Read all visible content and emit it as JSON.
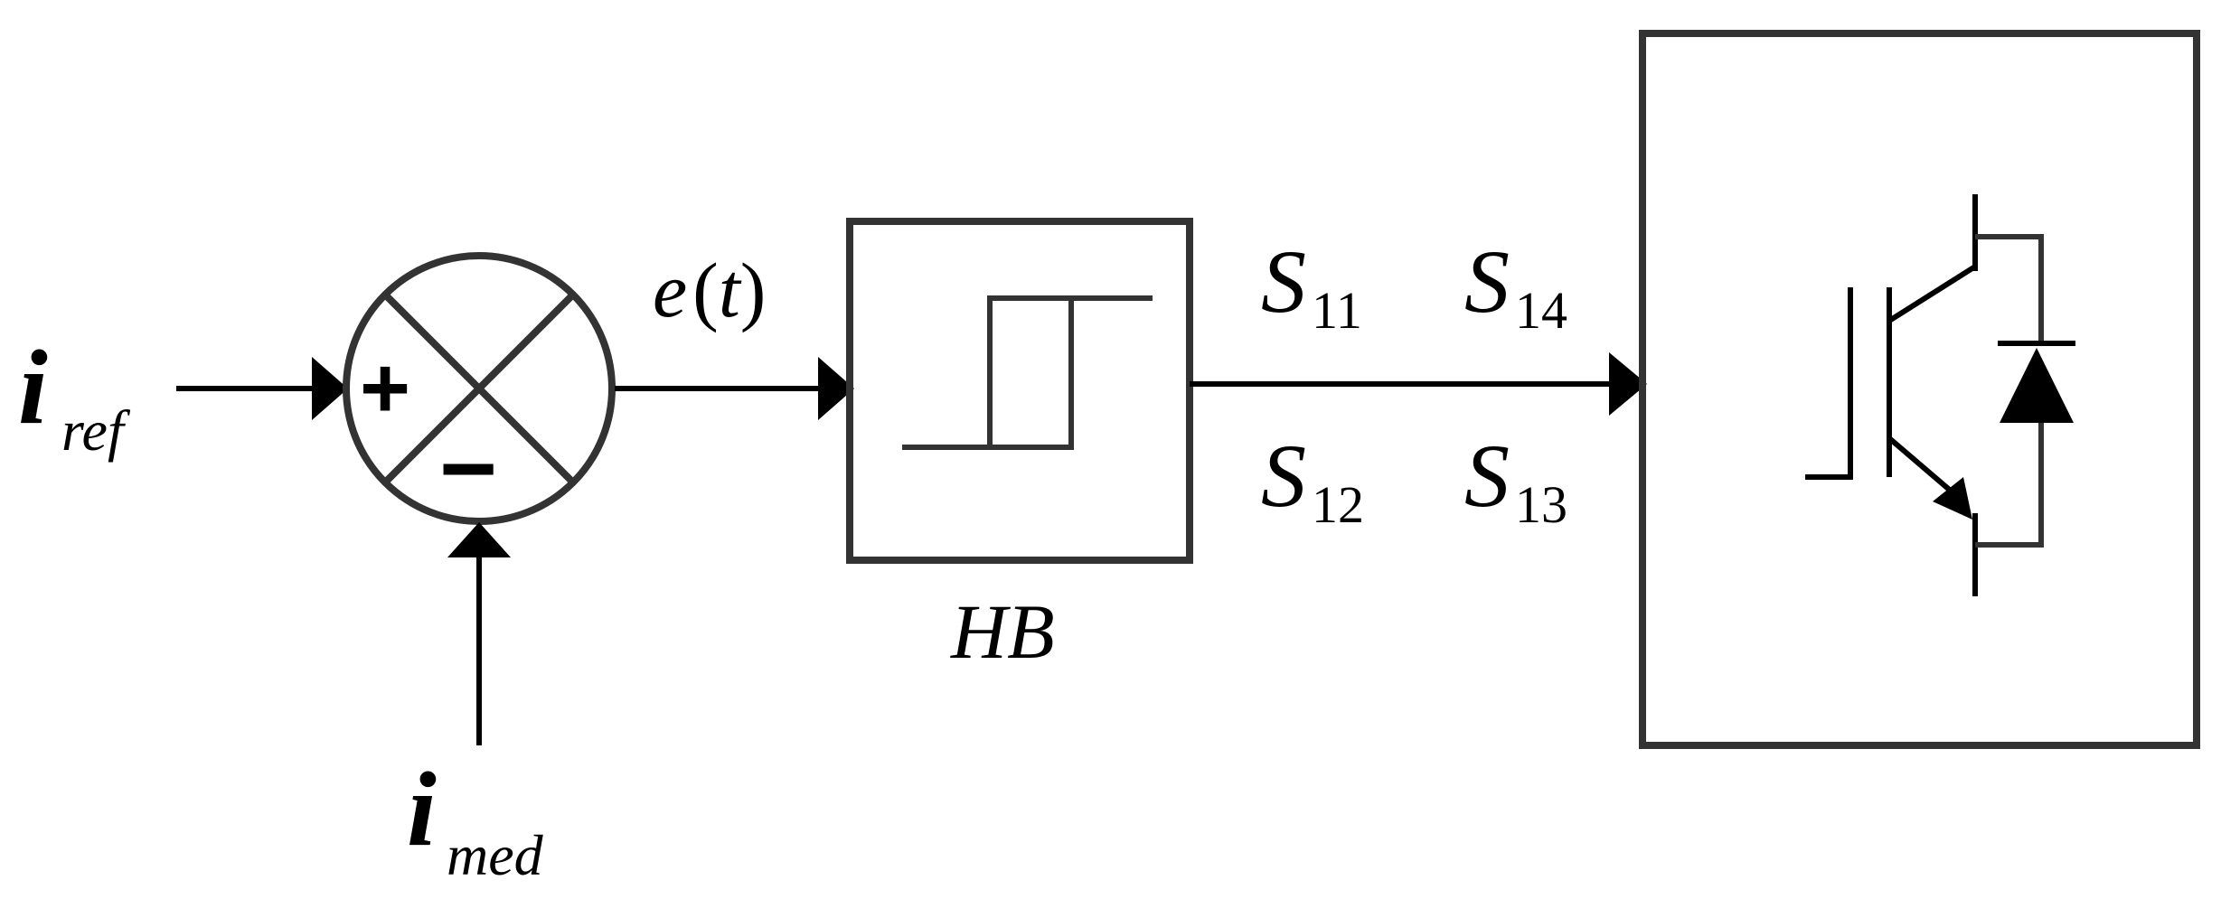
{
  "inputs": {
    "ref": {
      "symbol": "i",
      "subscript": "ref"
    },
    "med": {
      "symbol": "i",
      "subscript": "med"
    }
  },
  "summing_junction": {
    "plus": "+",
    "minus": "−"
  },
  "error_signal": {
    "e": "e",
    "open": "(",
    "t": "t",
    "close": ")"
  },
  "hysteresis_block": {
    "label": "HB"
  },
  "switch_signals": [
    {
      "symbol": "S",
      "subscript": "11"
    },
    {
      "symbol": "S",
      "subscript": "14"
    },
    {
      "symbol": "S",
      "subscript": "12"
    },
    {
      "symbol": "S",
      "subscript": "13"
    }
  ],
  "colors": {
    "stroke": "#000000",
    "box_stroke": "#333333",
    "background": "#ffffff"
  },
  "icons": {
    "power_switch": "igbt-with-antiparallel-diode-icon",
    "relay": "hysteresis-icon"
  }
}
